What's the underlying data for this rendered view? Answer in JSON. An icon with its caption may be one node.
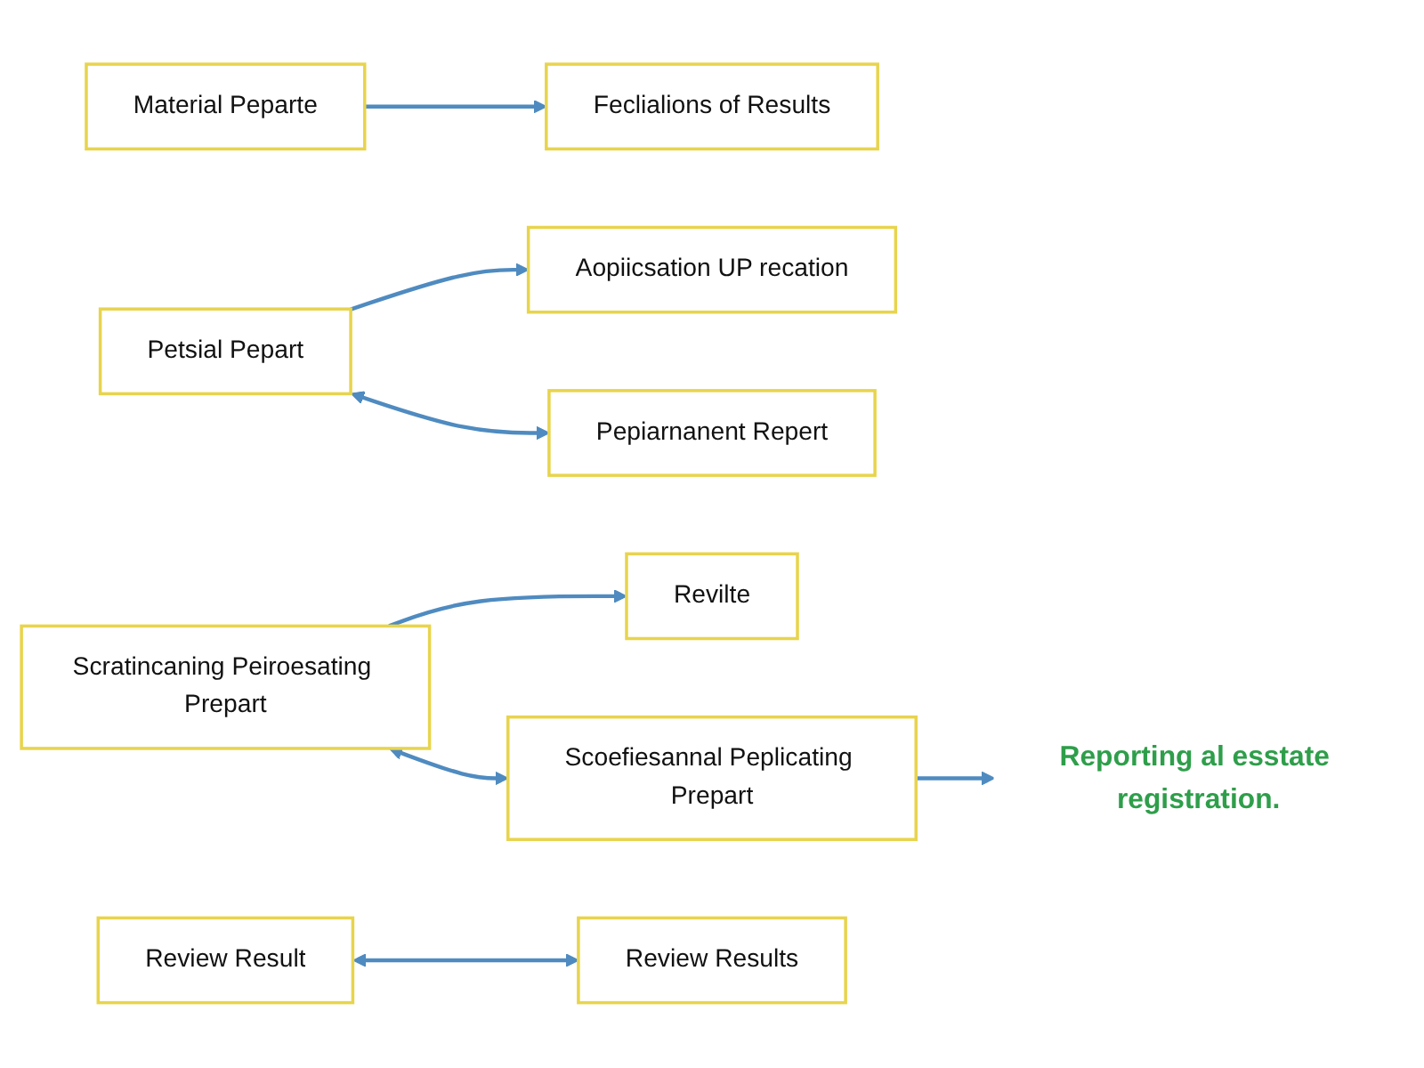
{
  "diagram": {
    "nodes": [
      {
        "text": [
          "Material Peparte"
        ]
      },
      {
        "text": [
          "Feclialions of Results"
        ]
      },
      {
        "text": [
          "Petsial Pepart"
        ]
      },
      {
        "text": [
          "Aopiicsation UP recation"
        ]
      },
      {
        "text": [
          "Scratincaning Peiroesating Prepart"
        ]
      },
      {
        "text": [
          "Revilte"
        ]
      },
      {
        "text": [
          "Scoefiesannal Peplicating Prepart"
        ]
      },
      {
        "text": [
          "Reporting al esstate registration."
        ]
      },
      {
        "text": [
          "Review Result"
        ]
      },
      {
        "text": [
          "Pepiarnanent Repert"
        ]
      },
      {
        "text": [
          "Review Results"
        ]
      }
    ],
    "edges": [
      {
        "from": 0,
        "to": 1,
        "arrow": "to"
      },
      {
        "from": 2,
        "to": 3,
        "arrow": "to"
      },
      {
        "from": 4,
        "to": 5,
        "arrow": "to"
      },
      {
        "from": 6,
        "to": 7,
        "arrow": "to"
      },
      {
        "from": 2,
        "to": 9,
        "arrow": "both"
      },
      {
        "from": 4,
        "to": 6,
        "arrow": "both"
      },
      {
        "from": 8,
        "to": 10,
        "arrow": "both"
      }
    ]
  }
}
